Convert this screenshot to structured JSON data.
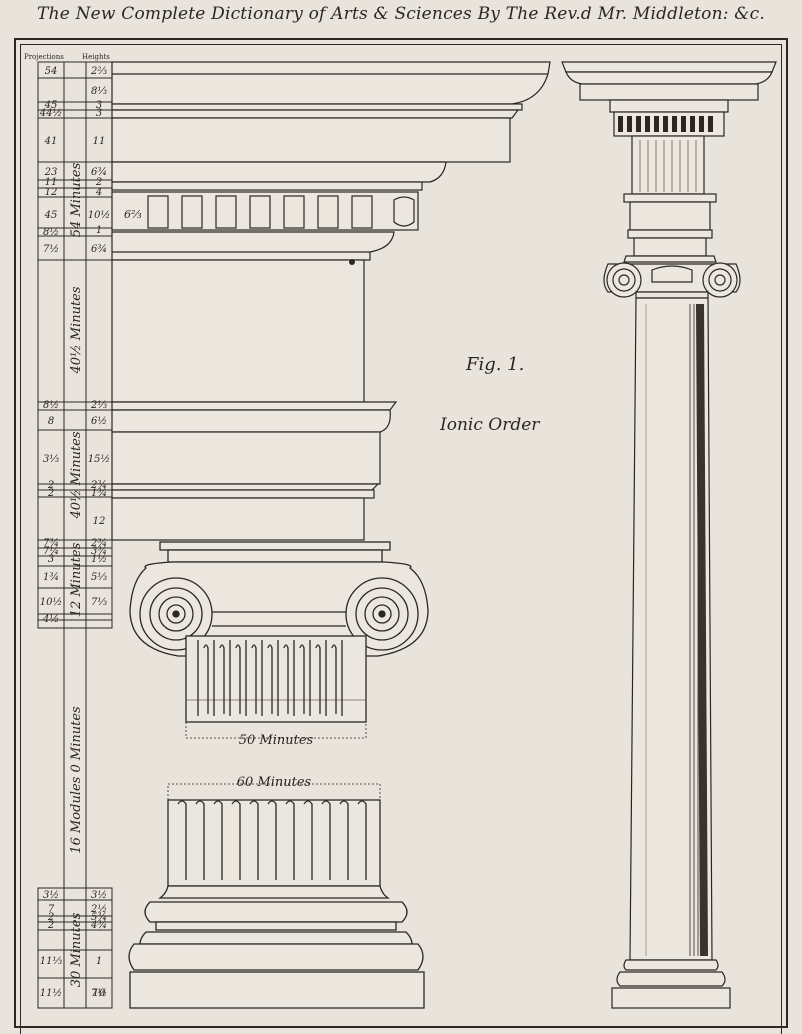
{
  "title": "The New Complete Dictionary of Arts & Sciences By The Rev.d Mr. Middleton: &c.",
  "scale": {
    "col_projections": "Projections",
    "col_heights": "Heights",
    "projections": [
      "54",
      "",
      "45",
      "44½",
      "41",
      "23",
      "11",
      "12",
      "45",
      "8½",
      "7½",
      "8½",
      "8",
      "3⅓",
      "2",
      "2",
      "7¾",
      "7¼",
      "3",
      "1¾",
      "10½",
      "4½",
      "3½",
      "7",
      "2",
      "2",
      "11⅓",
      "11½"
    ],
    "heights": [
      "2⅔",
      "8⅓",
      "3",
      "3",
      "11",
      "6¾",
      "2",
      "4",
      "10½",
      "1",
      "6¾",
      "2⅓",
      "6½",
      "15½",
      "2¾",
      "1¾",
      "12",
      "2¾",
      "3¾",
      "1½",
      "5⅓",
      "7⅓",
      "3½",
      "2½",
      "5¾",
      "4¾",
      "1",
      "7½",
      "10"
    ],
    "v_minutes_54": "54 Minutes",
    "v_minutes_40_top": "40½ Minutes",
    "v_minutes_40_mid": "40½ Minutes",
    "v_minutes_12": "12 Minutes",
    "v_modules": "16 Modules 0 Minutes",
    "v_minutes_30": "30 Minutes"
  },
  "labels": {
    "dentil": "6⅔",
    "fig": "Fig. 1.",
    "order": "Ionic Order",
    "minutes_50": "50 Minutes",
    "minutes_60": "60 Minutes"
  },
  "colors": {
    "paper": "#e9e4db",
    "ink": "#2b2622",
    "shade": "#5a524b"
  }
}
